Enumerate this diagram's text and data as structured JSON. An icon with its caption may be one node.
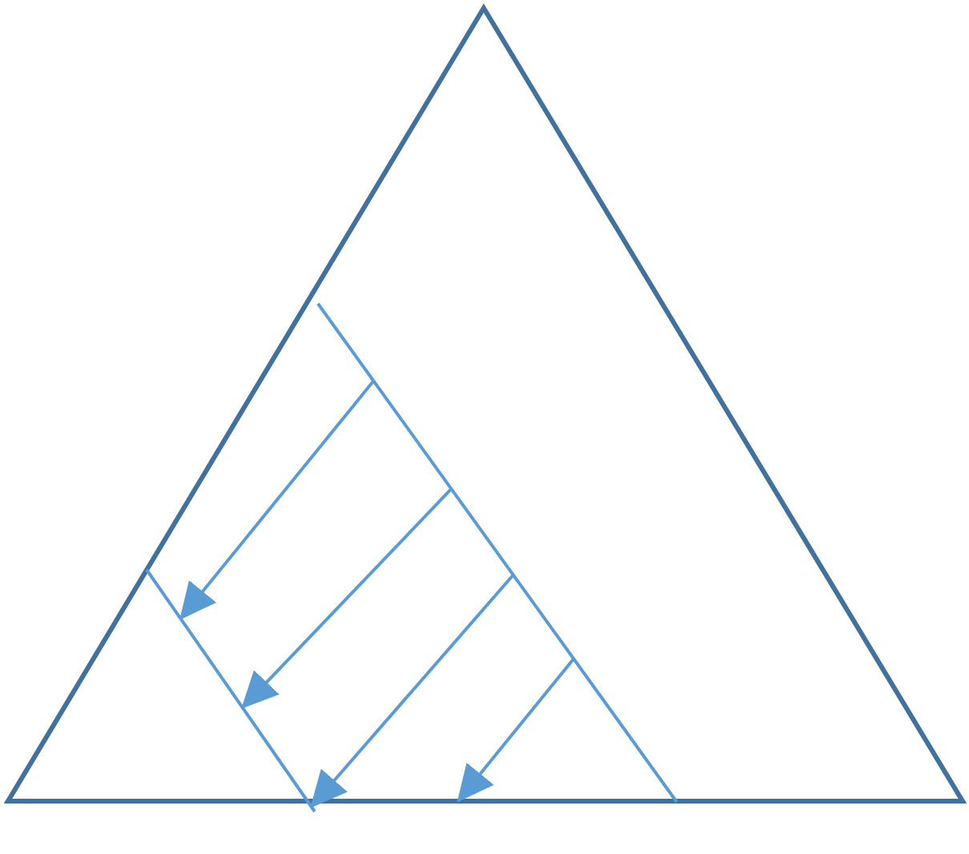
{
  "diagram": {
    "nodes": [
      {
        "text": [],
        "shape": "triangle"
      },
      {
        "text": [],
        "shape": "line",
        "in": 0
      },
      {
        "text": [],
        "shape": "line",
        "in": 0
      }
    ],
    "edges": [
      {
        "from": 1,
        "to": 2,
        "arrow": "to"
      },
      {
        "from": 1,
        "to": 2,
        "arrow": "to"
      },
      {
        "from": 1,
        "to": 2,
        "arrow": "to"
      },
      {
        "from": 1,
        "to": 0,
        "arrow": "to"
      }
    ]
  }
}
